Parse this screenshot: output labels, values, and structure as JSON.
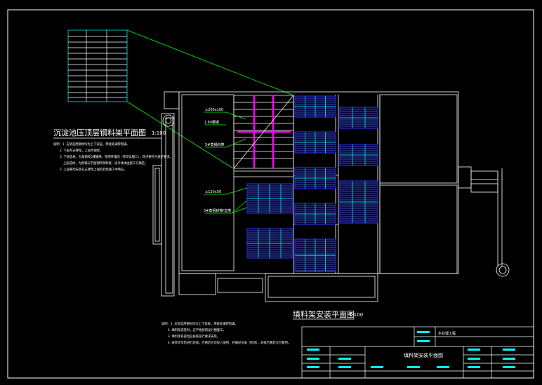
{
  "titles": {
    "detail_title": "沉淀池压顶层钢料架平面图",
    "detail_scale": "1:100",
    "main_title": "填料架安装平面图",
    "main_scale": "1:100"
  },
  "labels": {
    "label_1": "±200x100",
    "label_2": "[ 80槽钢",
    "label_3": "5#角钢斜撑",
    "label_4": "±120x50",
    "label_5": "5#角钢斜撑/支撑"
  },
  "notes_upper": [
    "说明：1. 支架选用钢材均为上下双层，焊接处满焊饱满。",
    "2. 下层为支撑架，上层为钢架。",
    "3. 下层选材，为角钢及5槽钢格，预埋件锚固（参见详图二），焊点要符合规范要求。",
    "上层选材，为角钢与平面钢料架料框，设计具体由施工方确定。",
    "5. 上层钢架安装在支撑架上面的后续施工中填充。"
  ],
  "notes_lower": [
    "说明：1. 支架选用钢材均为上下双层，焊接处满焊饱满。",
    "2. 填料架安装时，应严格按照设计图施工。",
    "3. 填料架各部位应按照设计要求安装。",
    "4. 安装完毕后进行验收，合格后方可投入使用，并做好记录（检测），验收合格后交付使用。"
  ],
  "title_block": {
    "project": "水处理工程",
    "drawing_name": "填料架安装平面图"
  },
  "colors": {
    "frame": "#ffffff",
    "leader": "#00ff00",
    "rack": "#3333ff",
    "rack_line": "#7799ff",
    "accent": "#00ffff",
    "beam": "#ff00ff"
  }
}
